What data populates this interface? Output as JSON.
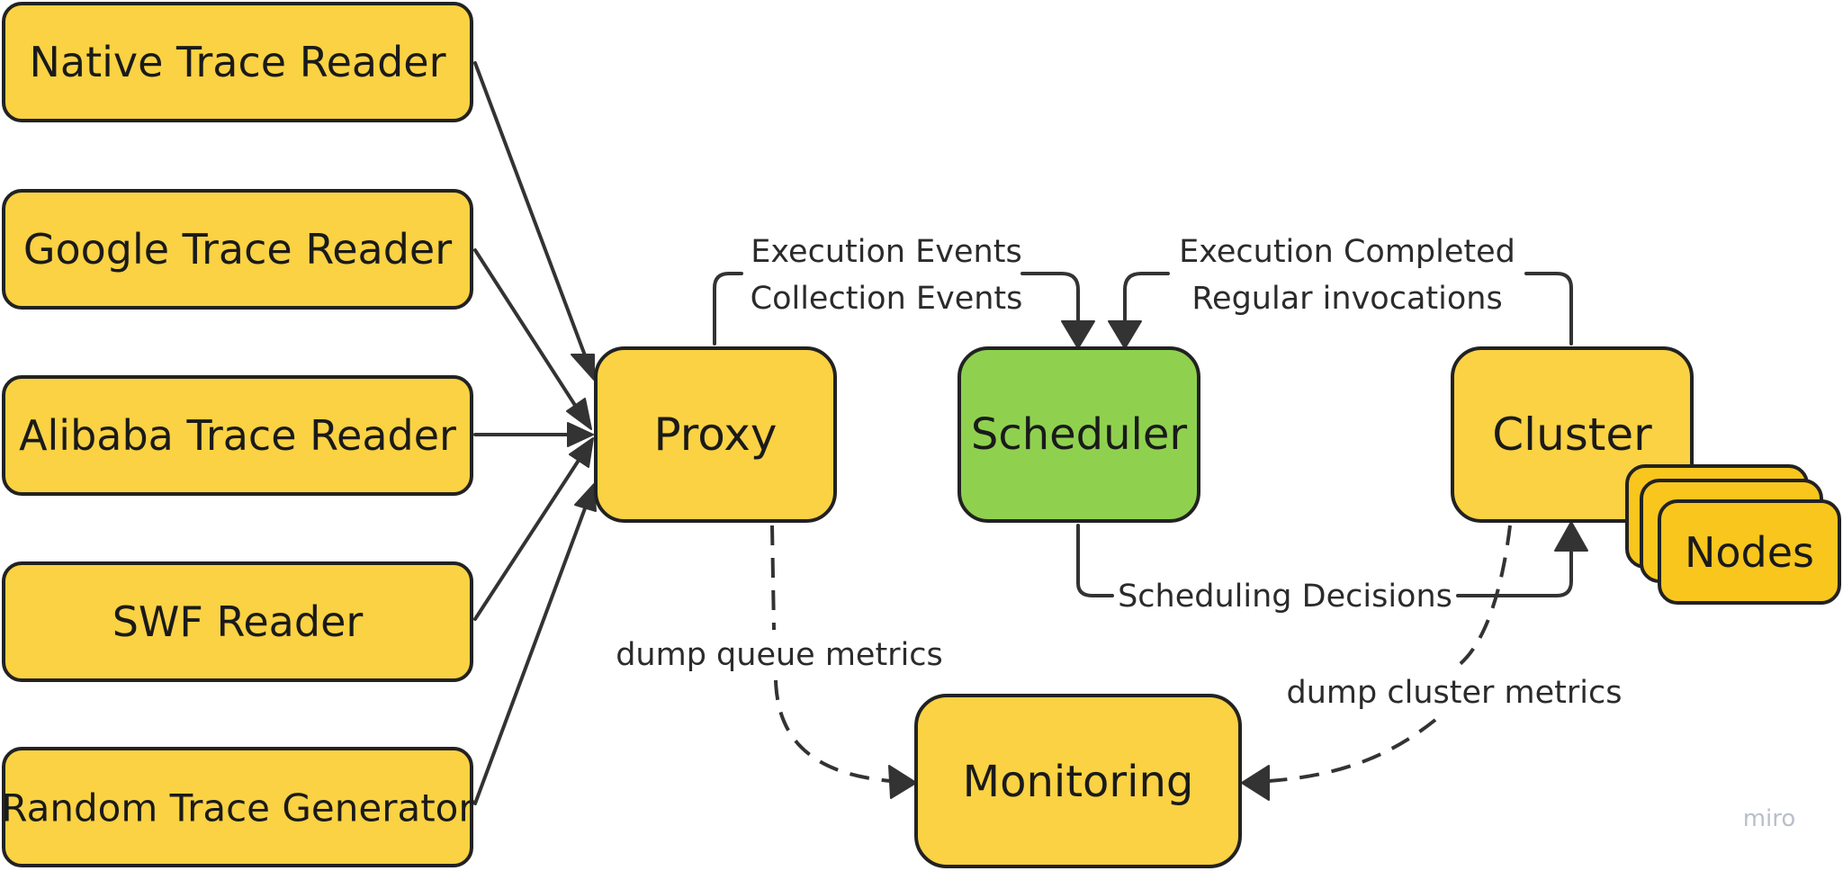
{
  "colors": {
    "node_fill": "#FAD243",
    "node_fill_dark": "#F9C61E",
    "scheduler_fill": "#8FD14F",
    "stroke": "#222222",
    "edge": "#333333",
    "watermark": "#B9BFC9"
  },
  "sources": [
    {
      "id": "native",
      "label": "Native Trace Reader"
    },
    {
      "id": "google",
      "label": "Google Trace Reader"
    },
    {
      "id": "alibaba",
      "label": "Alibaba Trace Reader"
    },
    {
      "id": "swf",
      "label": "SWF Reader"
    },
    {
      "id": "random",
      "label": "Random Trace Generator"
    }
  ],
  "components": {
    "proxy": "Proxy",
    "scheduler": "Scheduler",
    "cluster": "Cluster",
    "nodes": "Nodes",
    "monitoring": "Monitoring"
  },
  "edge_labels": {
    "proxy_to_scheduler": [
      "Execution Events",
      "Collection Events"
    ],
    "cluster_to_scheduler": [
      "Execution Completed",
      "Regular invocations"
    ],
    "scheduler_to_cluster": "Scheduling Decisions",
    "proxy_to_monitoring": "dump queue metrics",
    "cluster_to_monitoring": "dump cluster metrics"
  },
  "watermark": "miro"
}
